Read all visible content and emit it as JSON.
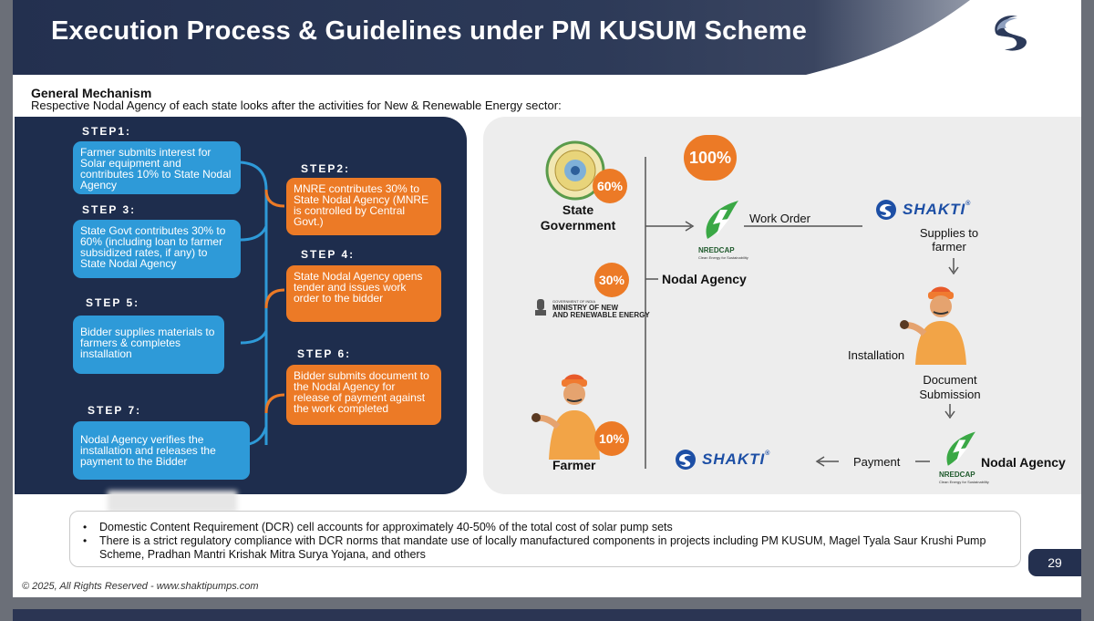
{
  "header": {
    "title": "Execution Process & Guidelines under PM KUSUM Scheme",
    "accent_color": "#23304f"
  },
  "mechanism": {
    "heading": "General Mechanism",
    "description": "Respective Nodal Agency of each state looks after the activities  for New & Renewable Energy sector:"
  },
  "steps": [
    {
      "label": "STEP1:",
      "text": "Farmer submits interest for Solar equipment and contributes 10% to State Nodal Agency",
      "color": "#2e9ad8"
    },
    {
      "label": "STEP2:",
      "text": "MNRE contributes 30% to State Nodal Agency (MNRE is controlled by Central Govt.)",
      "color": "#ec7a26"
    },
    {
      "label": "STEP 3:",
      "text": "State Govt contributes 30% to 60% (including loan to farmer subsidized rates, if any) to State Nodal Agency",
      "color": "#2e9ad8"
    },
    {
      "label": "STEP 4:",
      "text": "State Nodal Agency opens tender and issues work order to the bidder",
      "color": "#ec7a26"
    },
    {
      "label": "STEP 5:",
      "text": "Bidder supplies materials to farmers & completes installation",
      "color": "#2e9ad8"
    },
    {
      "label": "STEP 6:",
      "text": "Bidder submits document to the Nodal Agency for release of payment against the work completed",
      "color": "#ec7a26"
    },
    {
      "label": "STEP 7:",
      "text": "Nodal Agency verifies the installation and releases the payment to the Bidder",
      "color": "#2e9ad8"
    }
  ],
  "flow": {
    "pct_100": "100%",
    "pct_60": "60%",
    "pct_30": "30%",
    "pct_10": "10%",
    "state_government": "State\nGovernment",
    "nodal_agency": "Nodal Agency",
    "nodal_agency_bottom": "Nodal Agency",
    "farmer": "Farmer",
    "work_order": "Work Order",
    "supplies_to_farmer": "Supplies to\nfarmer",
    "installation": "Installation",
    "document_submission": "Document\nSubmission",
    "payment": "Payment",
    "shakti_logo_text": "SHAKTI",
    "nredcap_text": "NREDCAP",
    "nredcap_tagline": "Clean Energy for Sustainability",
    "mnre_small": "GOVERNMENT OF INDIA",
    "mnre_line1": "MINISTRY OF NEW",
    "mnre_line2": "AND RENEWABLE ENERGY"
  },
  "notes": [
    "Domestic Content Requirement (DCR) cell accounts for approximately 40-50% of the total cost of solar pump sets",
    "There is a strict regulatory compliance with DCR norms that mandate use of locally manufactured components in projects including PM KUSUM, Magel Tyala Saur Krushi Pump Scheme, Pradhan Mantri Krishak Mitra Surya Yojana, and others"
  ],
  "page_number": "29",
  "footer": "© 2025, All Rights Reserved - www.shaktipumps.com"
}
